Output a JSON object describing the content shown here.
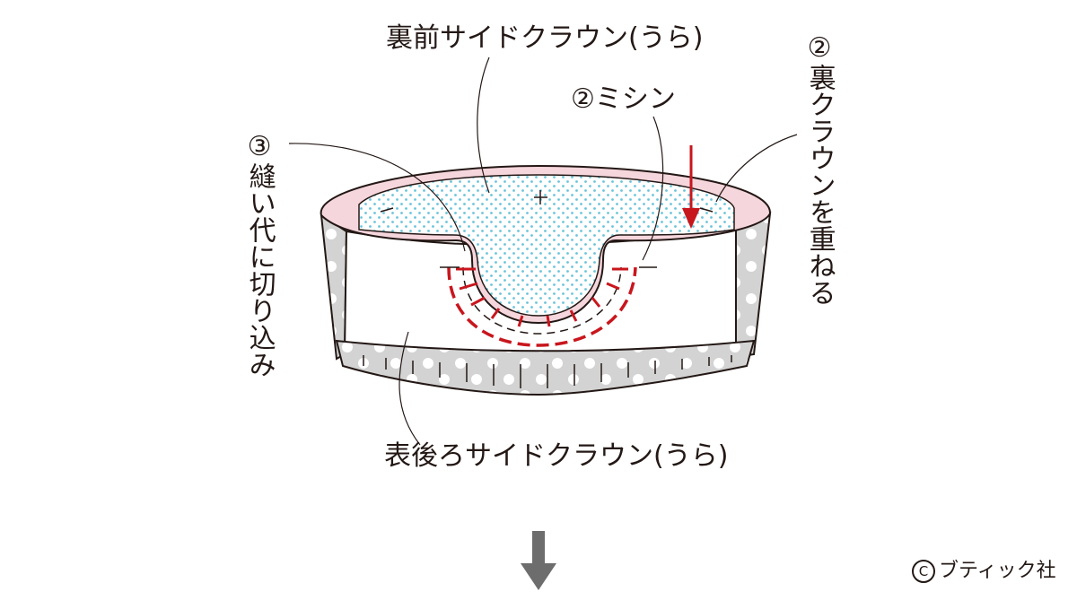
{
  "labels": {
    "back_front_side_crown": "裏前サイドクラウン(うら)",
    "step2_sewing": "②ミシン",
    "step2_overlap": "②裏クラウンを重ねる",
    "step3_clip": "③縫い代に切り込み",
    "outer_back_side_crown": "表後ろサイドクラウン(うら)"
  },
  "copyright": {
    "symbol": "C",
    "text": "ブティック社"
  },
  "colors": {
    "line": "#231815",
    "pink": "#f6d6dd",
    "dots_blue": "#6cc4da",
    "gray_band": "#d3d3d3",
    "red": "#c8161d",
    "arrow_gray": "#6d6d6d"
  },
  "icons": {
    "down_arrow": "down-arrow-icon",
    "copyright": "copyright-icon"
  }
}
